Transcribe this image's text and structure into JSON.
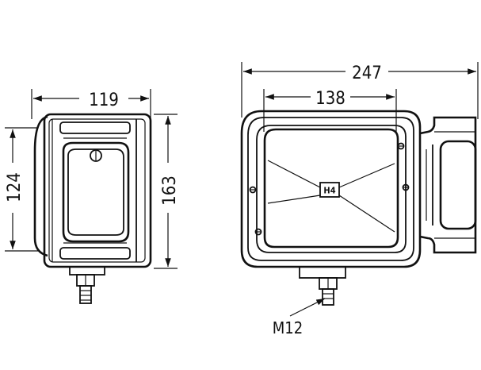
{
  "dimensions": {
    "side_width": "119",
    "side_inner_height": "124",
    "side_height": "163",
    "front_total_width": "247",
    "front_lens_width": "138"
  },
  "labels": {
    "thread": "M12",
    "bulb_type": "H4"
  }
}
